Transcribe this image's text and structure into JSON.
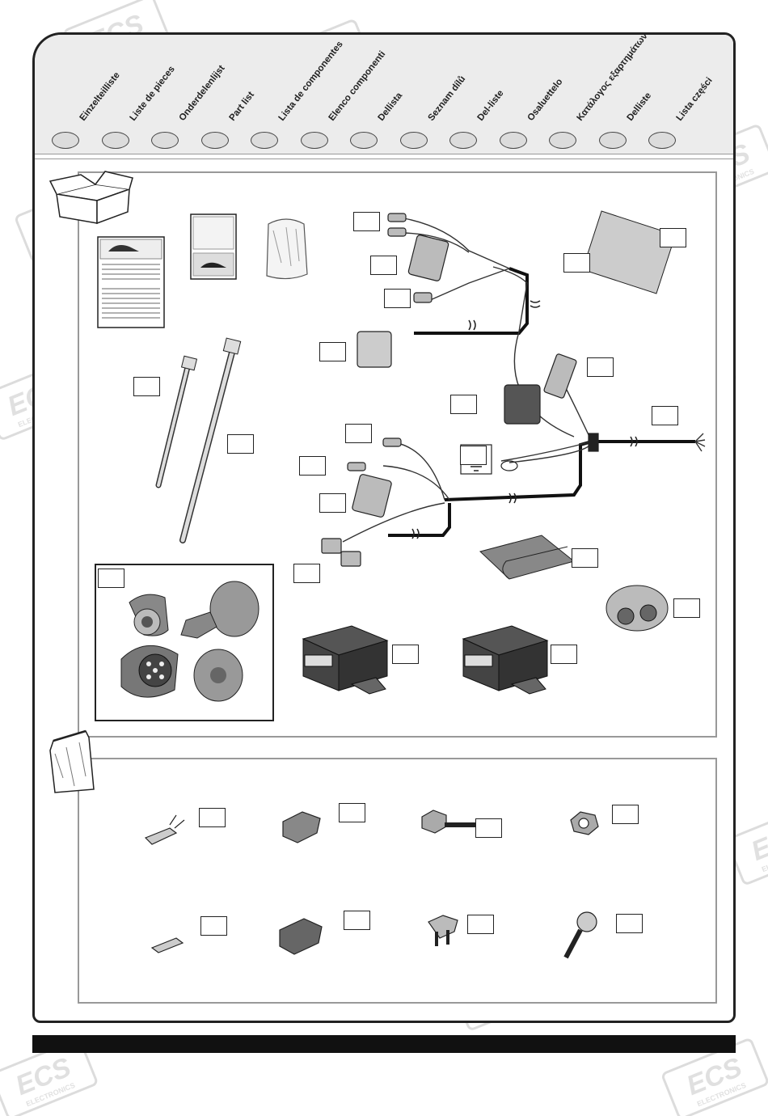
{
  "header": {
    "tabs": [
      {
        "label": "Einzelteilliste"
      },
      {
        "label": "Liste de pieces"
      },
      {
        "label": "Onderdelenlijst"
      },
      {
        "label": "Part list"
      },
      {
        "label": "Lista de componentes"
      },
      {
        "label": "Elenco componenti"
      },
      {
        "label": "Dellista"
      },
      {
        "label": "Seznam dílů"
      },
      {
        "label": "Del-liste"
      },
      {
        "label": "Osaluettelo"
      },
      {
        "label": "Κατάλογος εξαρτημάτων"
      },
      {
        "label": "Delliste"
      },
      {
        "label": "Lista części"
      }
    ]
  },
  "watermark": {
    "logo": "ECS",
    "subtitle": "ELECTRONICS"
  },
  "icons": {
    "box": "open-box-icon",
    "bag": "plastic-bag-icon",
    "ground": "ground-symbol-icon"
  },
  "colors": {
    "frame": "#222222",
    "header_band": "#ececec",
    "panel_border": "#999999",
    "bottom_bar": "#111111"
  }
}
